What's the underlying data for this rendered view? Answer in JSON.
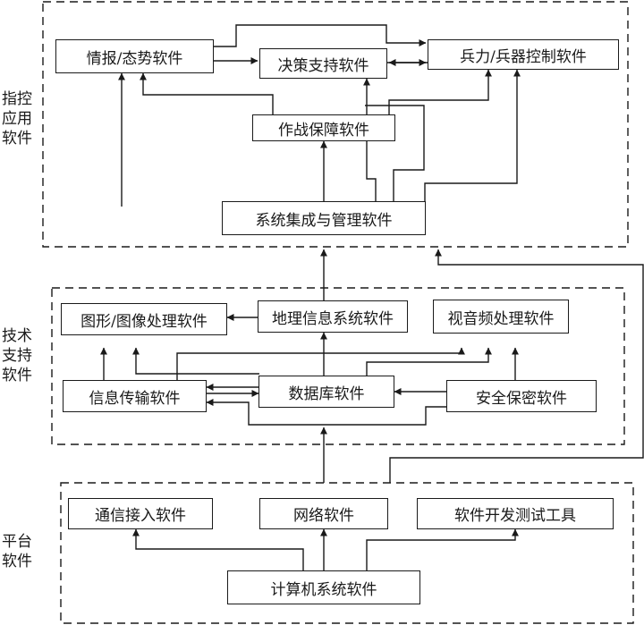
{
  "layers": {
    "command": {
      "label_line1": "指控",
      "label_line2": "应用",
      "label_line3": "软件"
    },
    "tech": {
      "label_line1": "技术",
      "label_line2": "支持",
      "label_line3": "软件"
    },
    "platform": {
      "label_line1": "平台",
      "label_line2": "软件"
    }
  },
  "boxes": {
    "intel": "情报/态势软件",
    "decision": "决策支持软件",
    "weapon": "兵力/兵器控制软件",
    "support": "作战保障软件",
    "integration": "系统集成与管理软件",
    "graphics": "图形/图像处理软件",
    "gis": "地理信息系统软件",
    "av": "视音频处理软件",
    "transfer": "信息传输软件",
    "database": "数据库软件",
    "security": "安全保密软件",
    "comm": "通信接入软件",
    "network": "网络软件",
    "devtools": "软件开发测试工具",
    "computer": "计算机系统软件"
  },
  "colors": {
    "line": "#1a1a1a",
    "background": "#ffffff"
  }
}
